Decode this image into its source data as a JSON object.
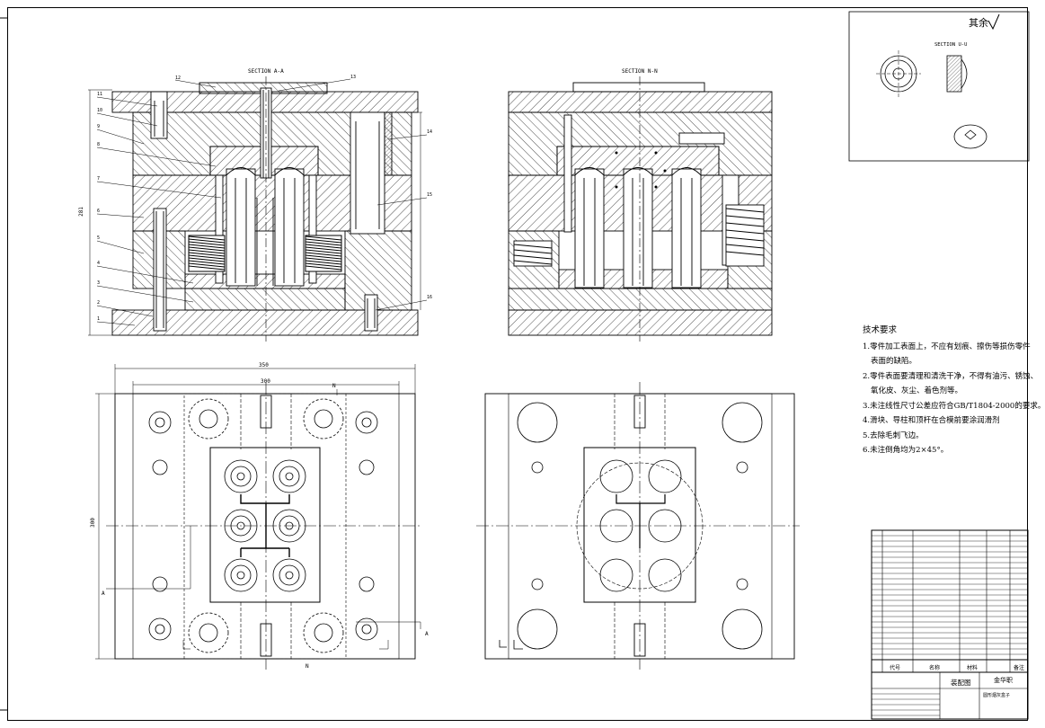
{
  "drawing": {
    "roughness_symbol": "其余",
    "section_aa_label": "SECTION A-A",
    "section_nn_label": "SECTION N-N",
    "section_uu_label": "SECTION U-U",
    "dim_width_outer": "350",
    "dim_width_inner": "300",
    "dim_height_plan": "300",
    "dim_height_section": "281",
    "section_mark_a": "A",
    "section_mark_n": "N",
    "part_numbers": [
      "1",
      "2",
      "3",
      "4",
      "5",
      "6",
      "7",
      "8",
      "9",
      "10",
      "11",
      "12",
      "13",
      "14",
      "15",
      "16"
    ]
  },
  "tech_requirements": {
    "title": "技术要求",
    "items": [
      "1.零件加工表面上，不应有划痕、擦伤等损伤零件",
      "表面的缺陷。",
      "2.零件表面要清理和清洗干净，不得有油污、锈蚀、",
      "氧化皮、灰尘、着色剂等。",
      "3.未注线性尺寸公差应符合GB/T1804-2000的要求。",
      "4.滑块、导柱和顶杆在合模前要涂润滑剂",
      "5.去除毛刺飞边。",
      "6.未注倒角均为2×45°。"
    ]
  },
  "title_block": {
    "col_code": "代号",
    "col_name": "名称",
    "col_material": "材料",
    "col_note": "备注",
    "drawing_name": "装配图",
    "school": "金华职",
    "part_name": "圆形烟灰盒子"
  }
}
